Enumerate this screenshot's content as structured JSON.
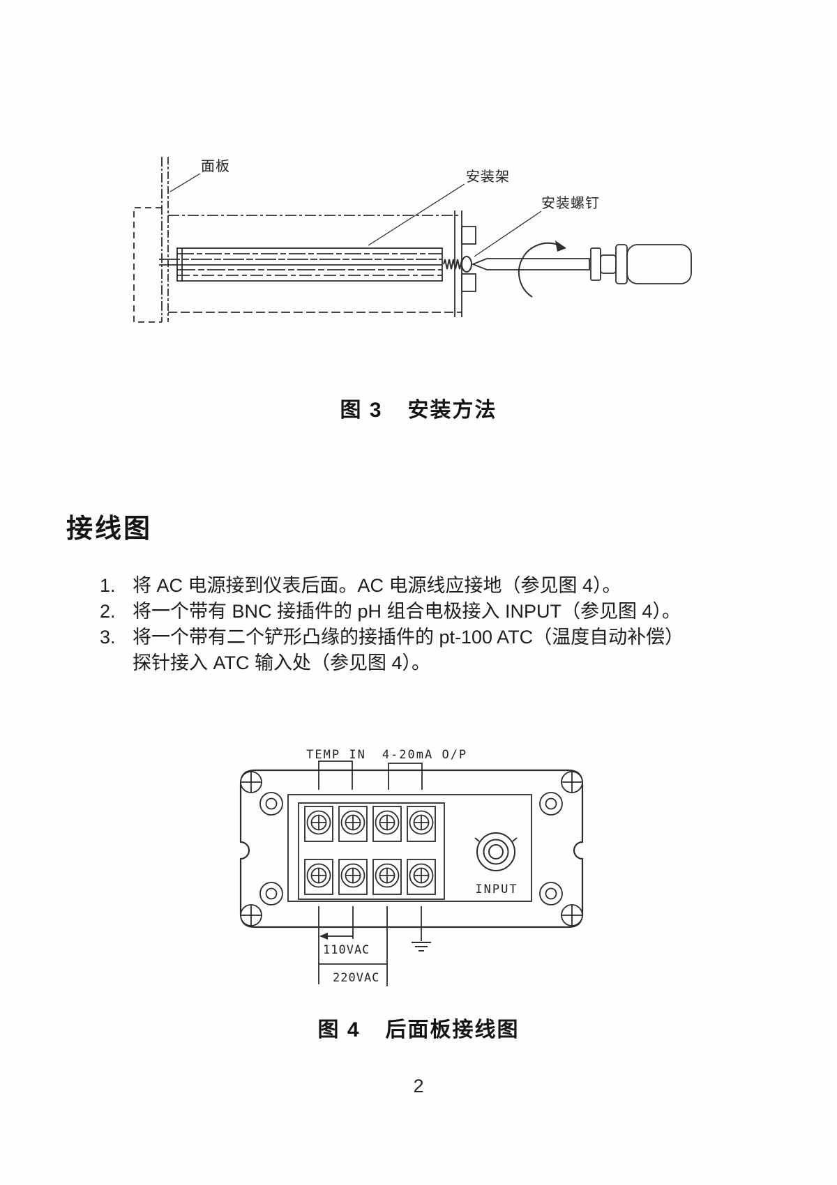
{
  "page": {
    "number": "2"
  },
  "figure3": {
    "caption_prefix": "图 3",
    "caption_title": "安装方法",
    "labels": {
      "panel": "面板",
      "bracket": "安装架",
      "screw": "安装螺钉"
    }
  },
  "section": {
    "heading": "接线图"
  },
  "instructions": [
    {
      "num": "1.",
      "text": "将 AC 电源接到仪表后面。AC 电源线应接地（参见图 4）。"
    },
    {
      "num": "2.",
      "text": "将一个带有 BNC 接插件的 pH 组合电极接入 INPUT（参见图 4）。"
    },
    {
      "num": "3.",
      "text": "将一个带有二个铲形凸缘的接插件的 pt-100 ATC（温度自动补偿）探针接入 ATC 输入处（参见图 4）。"
    }
  ],
  "figure4": {
    "caption_prefix": "图 4",
    "caption_title": "后面板接线图",
    "labels": {
      "temp_in": "TEMP IN",
      "output": "4-20mA O/P",
      "input": "INPUT",
      "v110": "110VAC",
      "v220": "220VAC"
    }
  }
}
